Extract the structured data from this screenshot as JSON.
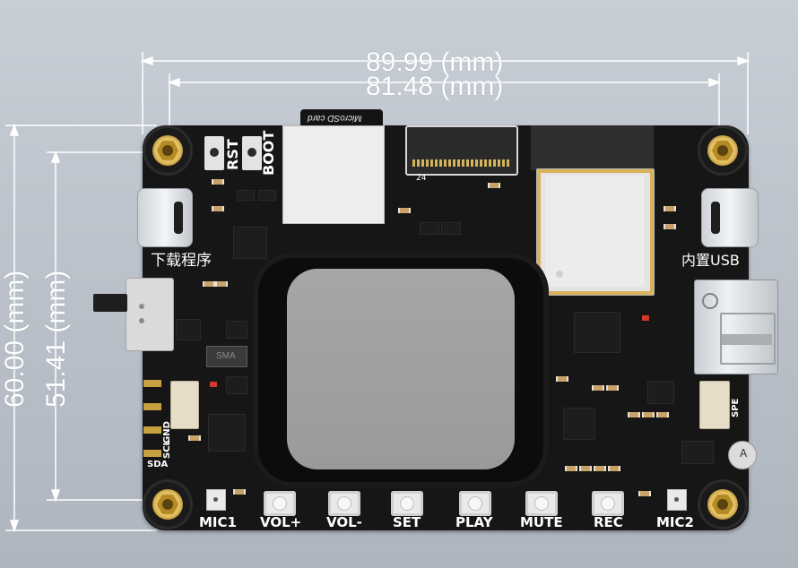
{
  "dimensions": {
    "width_outer": "89.99 (mm)",
    "width_inner": "81.48 (mm)",
    "height_outer": "60.00 (mm)",
    "height_inner": "51.41 (mm)"
  },
  "board_labels": {
    "rst": "RST",
    "boot": "BOOT",
    "download": "下载程序",
    "internal_usb": "内置USB",
    "sd_card": "MicroSD card",
    "smа": "SMA",
    "spe": "SPE",
    "sda": "SDA",
    "scl": "SCL",
    "gnd": "GND",
    "connector_24": "24"
  },
  "buttons": [
    {
      "label": "VOL+"
    },
    {
      "label": "VOL-"
    },
    {
      "label": "SET"
    },
    {
      "label": "PLAY"
    },
    {
      "label": "MUTE"
    },
    {
      "label": "REC"
    }
  ],
  "mics": {
    "mic1": "MIC1",
    "mic2": "MIC2"
  },
  "colors": {
    "board": "#161616",
    "silkscreen": "#ffffff",
    "gold": "#c9a13d",
    "display_bezel": "#0b0b0b",
    "display_glass": "#9d9d9d"
  },
  "icons": {
    "mount_hole": "mounting-hole-icon",
    "speaker": "speaker-icon"
  }
}
